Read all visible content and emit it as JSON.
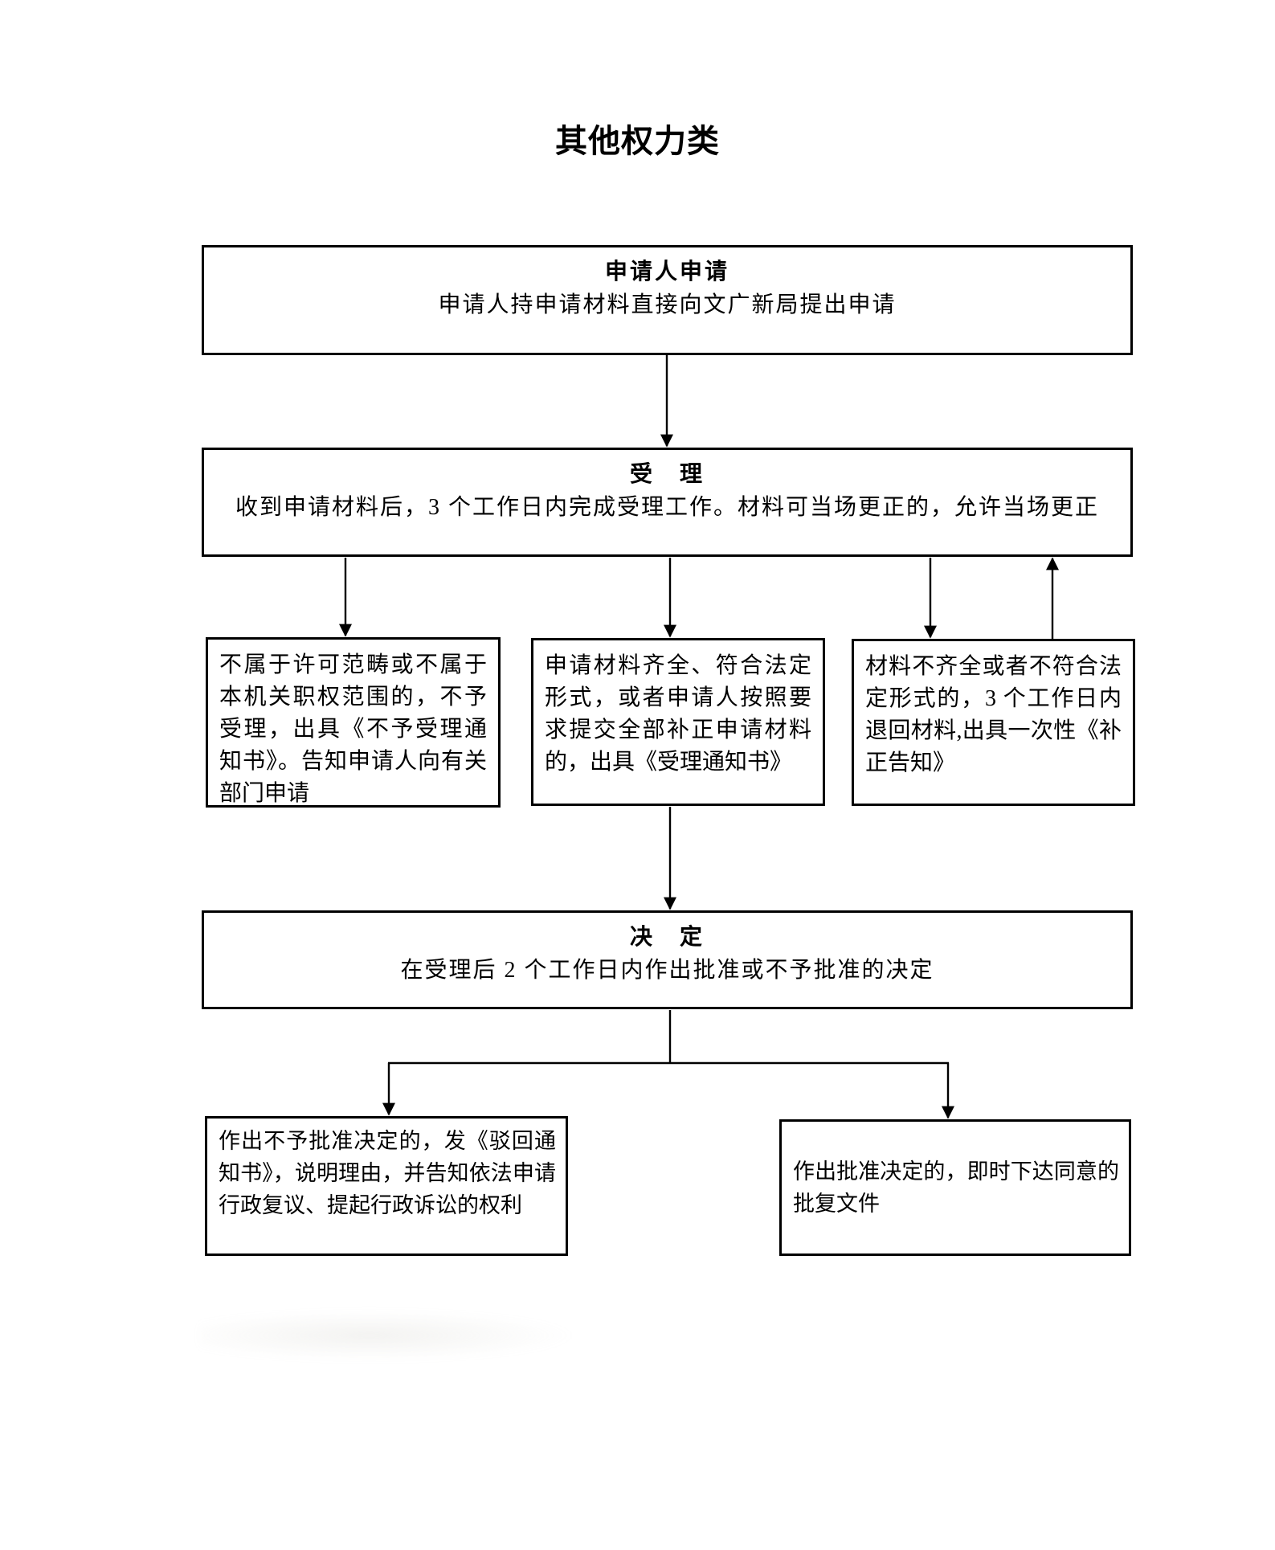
{
  "page": {
    "title": "其他权力类",
    "background": "#ffffff",
    "ink_color": "#000000"
  },
  "nodes": {
    "apply": {
      "title": "申请人申请",
      "body": "申请人持申请材料直接向文广新局提出申请"
    },
    "accept": {
      "title": "受　理",
      "body": "收到申请材料后，3 个工作日内完成受理工作。材料可当场更正的，允许当场更正"
    },
    "reject_scope": {
      "body": "不属于许可范畴或不属于本机关职权范围的，不予受理，出具《不予受理通知书》。告知申请人向有关部门申请"
    },
    "complete": {
      "body": "申请材料齐全、符合法定形式，或者申请人按照要求提交全部补正申请材料的，出具《受理通知书》"
    },
    "incomplete": {
      "body": "材料不齐全或者不符合法定形式的，3 个工作日内退回材料,出具一次性《补正告知》"
    },
    "decide": {
      "title": "决　定",
      "body": "在受理后 2 个工作日内作出批准或不予批准的决定"
    },
    "deny": {
      "body": "作出不予批准决定的，发《驳回通知书》，说明理由，并告知依法申请行政复议、提起行政诉讼的权利"
    },
    "approve": {
      "body": "作出批准决定的，即时下达同意的批复文件"
    }
  }
}
